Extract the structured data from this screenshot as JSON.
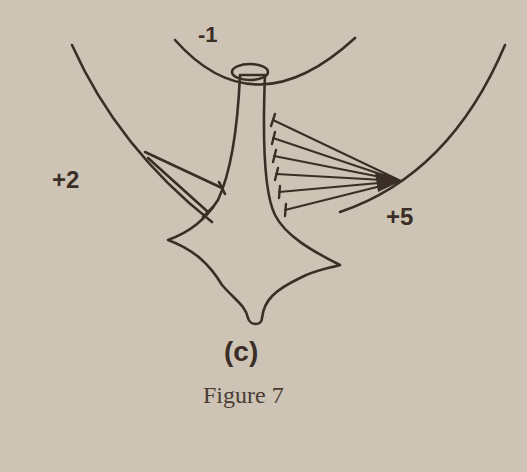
{
  "diagram": {
    "caption": "Figure 7",
    "labels": [
      "-1",
      "+2",
      "+5",
      "(c)"
    ]
  }
}
